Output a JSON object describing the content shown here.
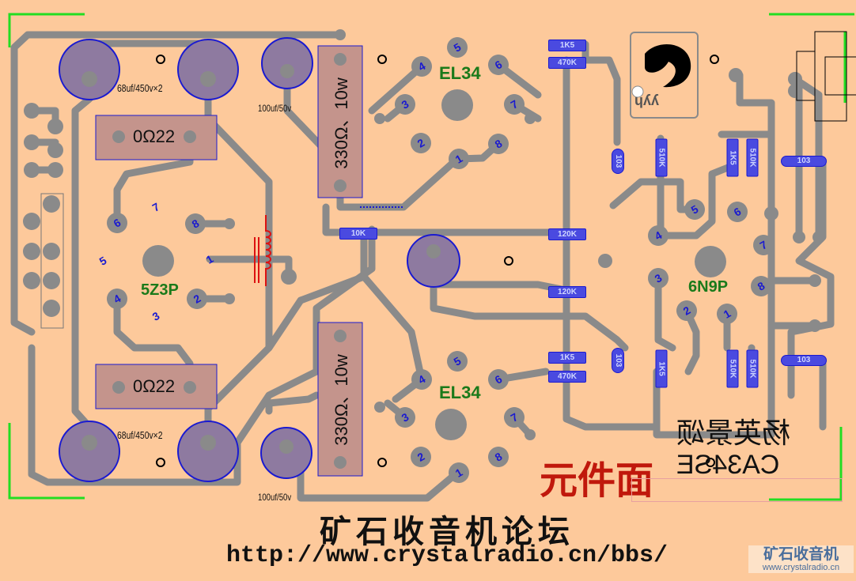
{
  "colors": {
    "board": "#fdc99b",
    "trace": "#8a8a8a",
    "component_blue": "#1a1ad0",
    "tube_label": "#1a7a1a",
    "red_text": "#c0180c",
    "corner": "#22dd22"
  },
  "caps": {
    "main_label_top": "68uf/450v×2",
    "small_label_top": "100uf/50v",
    "main_label_bottom": "68uf/450v×2",
    "small_label_bottom": "100uf/50v"
  },
  "resistors": {
    "r0_top": "0Ω22",
    "r0_bottom": "0Ω22",
    "power_top": "330Ω、10w",
    "power_bottom": "330Ω、10w"
  },
  "smd": {
    "r1": "1K5",
    "r2": "470K",
    "r3": "120K",
    "r4": "120K",
    "r5": "1K5",
    "r6": "470K",
    "r7": "10K",
    "v1": "510K",
    "v2": "1K5",
    "v3": "510K",
    "v4": "1K5",
    "v5": "510K",
    "v6": "510K",
    "c1": "103",
    "c2": "103",
    "c3": "103",
    "c4": "103"
  },
  "tubes": {
    "rectifier": {
      "label": "5Z3P",
      "pins": [
        "1",
        "2",
        "3",
        "4",
        "5",
        "6",
        "7",
        "8"
      ]
    },
    "el34_top": {
      "label": "EL34",
      "pins": [
        "1",
        "2",
        "3",
        "4",
        "5",
        "6",
        "7",
        "8"
      ]
    },
    "el34_bottom": {
      "label": "EL34",
      "pins": [
        "1",
        "2",
        "3",
        "4",
        "5",
        "6",
        "7",
        "8"
      ]
    },
    "driver": {
      "label": "6N9P",
      "pins": [
        "1",
        "2",
        "3",
        "4",
        "5",
        "6",
        "7",
        "8"
      ]
    }
  },
  "side_label": "元件面",
  "silk_name": "杨英景颂",
  "silk_model": "CA34SE",
  "forum_title": "矿石收音机论坛",
  "forum_url": "http://www.crystalradio.cn/bbs/",
  "watermark": {
    "title": "矿石收音机",
    "url": "www.crystalradio.cn"
  },
  "logo_text": "yyh"
}
